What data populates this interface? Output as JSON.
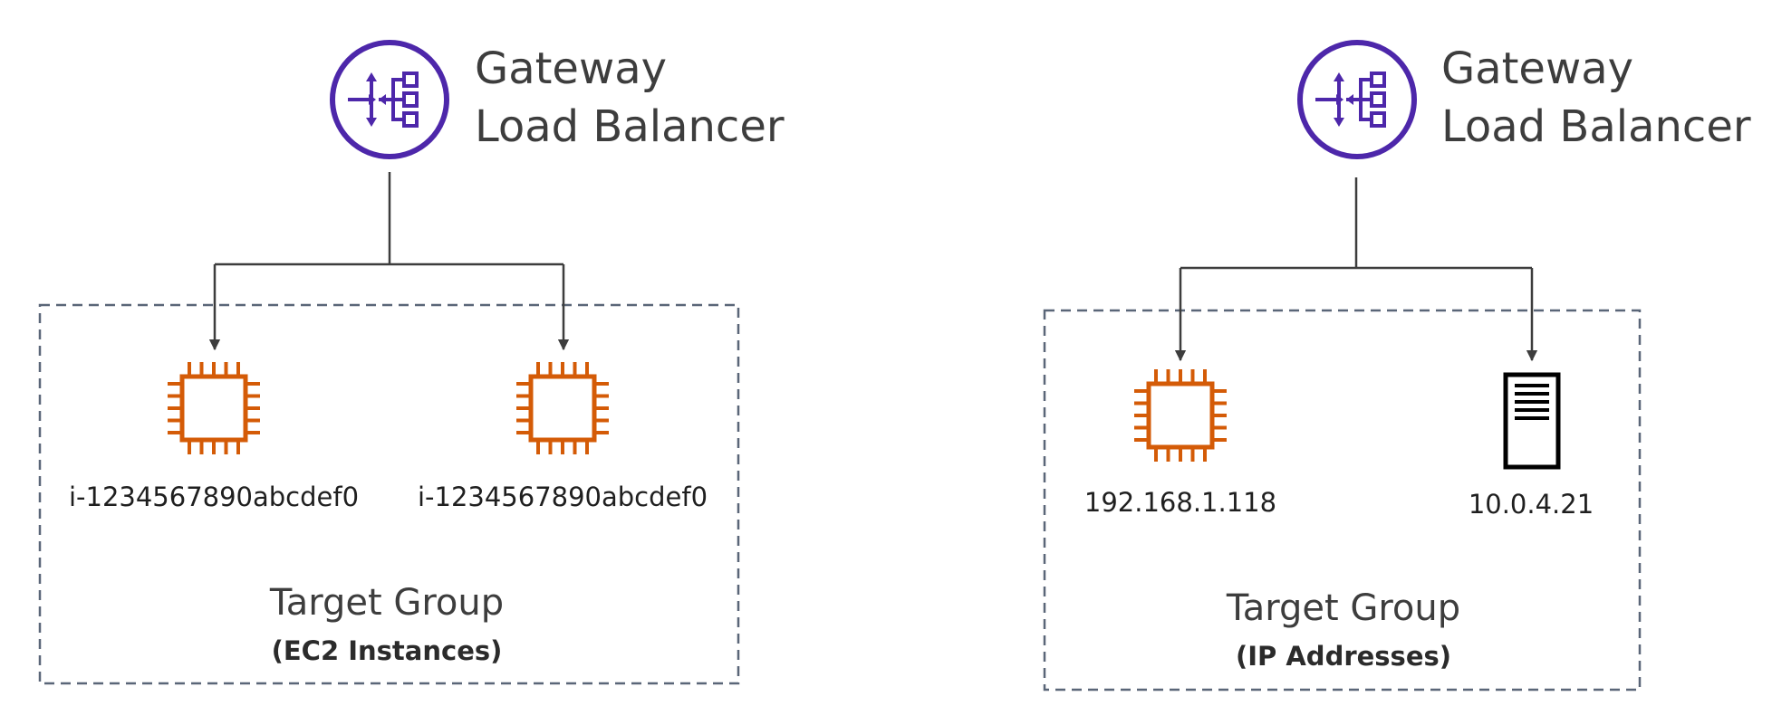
{
  "colors": {
    "load_balancer": "#4d27aa",
    "ec2": "#d45b07",
    "server": "#000000",
    "connector": "#3d3d3d",
    "group_border": "#5a6678"
  },
  "diagrams": [
    {
      "load_balancer": {
        "icon": "gateway-load-balancer-icon",
        "title_line1": "Gateway",
        "title_line2": "Load Balancer"
      },
      "target_group": {
        "title": "Target Group",
        "subtitle": "(EC2 Instances)"
      },
      "targets": [
        {
          "icon": "ec2-instance-icon",
          "label": "i-1234567890abcdef0"
        },
        {
          "icon": "ec2-instance-icon",
          "label": "i-1234567890abcdef0"
        }
      ]
    },
    {
      "load_balancer": {
        "icon": "gateway-load-balancer-icon",
        "title_line1": "Gateway",
        "title_line2": "Load Balancer"
      },
      "target_group": {
        "title": "Target Group",
        "subtitle": "(IP Addresses)"
      },
      "targets": [
        {
          "icon": "ec2-instance-icon",
          "label": "192.168.1.118"
        },
        {
          "icon": "server-icon",
          "label": "10.0.4.21"
        }
      ]
    }
  ]
}
